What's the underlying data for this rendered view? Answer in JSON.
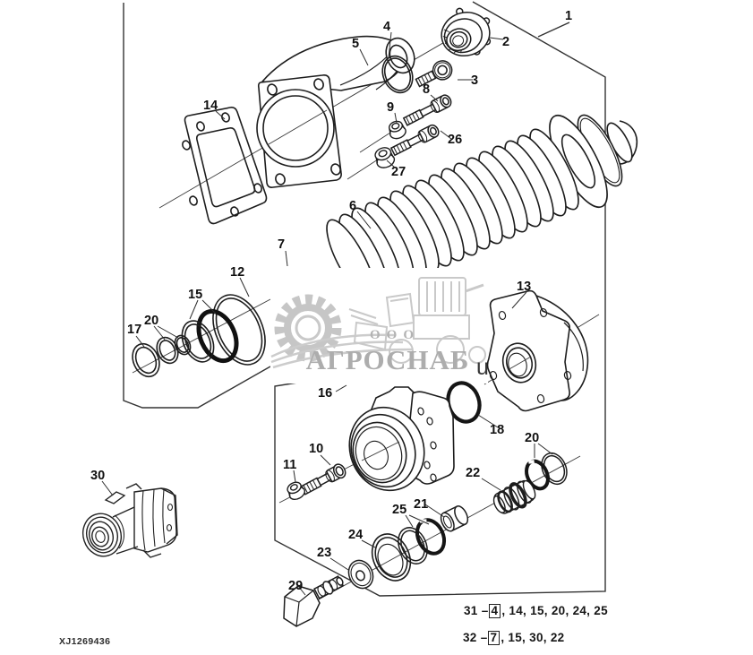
{
  "labels": {
    "l1": "1",
    "l2": "2",
    "l3": "3",
    "l4": "4",
    "l5": "5",
    "l6": "6",
    "l7": "7",
    "l8": "8",
    "l9": "9",
    "l10": "10",
    "l11": "11",
    "l12": "12",
    "l13": "13",
    "l14": "14",
    "l15": "15",
    "l16": "16",
    "l17": "17",
    "l18": "18",
    "l20a": "20",
    "l20b": "20",
    "l21": "21",
    "l22": "22",
    "l23": "23",
    "l24": "24",
    "l25": "25",
    "l26": "26",
    "l27": "27",
    "l29": "29",
    "l30": "30"
  },
  "notes": {
    "n31": {
      "num": "31",
      "dash": "–",
      "boxed": "4",
      "rest": ", 14, 15, 20, 24, 25"
    },
    "n32": {
      "num": "32",
      "dash": "–",
      "boxed": "7",
      "rest": ", 15, 30, 22"
    }
  },
  "watermark": {
    "ooo": "ООО",
    "name": "АГРОСНАБ",
    "u": "u"
  },
  "doc_code": "XJ1269436"
}
